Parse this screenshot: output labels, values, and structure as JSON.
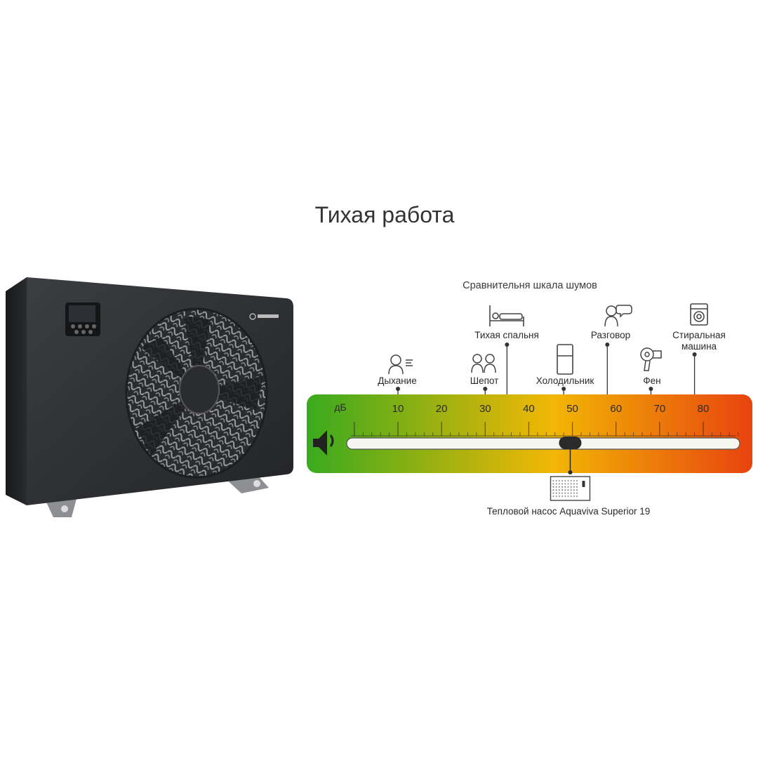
{
  "title": "Тихая работа",
  "scale": {
    "caption": "Сравнительня шкала шумов",
    "unit": "дБ",
    "ticks": [
      "10",
      "20",
      "30",
      "40",
      "50",
      "60",
      "70",
      "80"
    ],
    "range_db": [
      0,
      88
    ],
    "gradient": [
      "#3aaa1e",
      "#f2b705",
      "#e8430e"
    ],
    "marker_db": 49.5
  },
  "references": [
    {
      "label": "Дыхание",
      "db": 10,
      "icon": "breathing-person-icon"
    },
    {
      "label": "Шепот",
      "db": 30,
      "icon": "whispering-people-icon"
    },
    {
      "label": "Тихая спальня",
      "db": 35,
      "icon": "bed-icon"
    },
    {
      "label": "Холодильник",
      "db": 48,
      "icon": "fridge-icon"
    },
    {
      "label": "Разговор",
      "db": 58,
      "icon": "talking-person-icon"
    },
    {
      "label": "Фен",
      "db": 68,
      "icon": "hairdryer-icon"
    },
    {
      "label": "Стиральная машина",
      "db": 78,
      "icon": "washing-machine-icon"
    }
  ],
  "product": {
    "label": "Тепловой насос Aquaviva Superior 19",
    "db": 49.5,
    "icon": "heat-pump-icon"
  },
  "volume_icon": "speaker-icon"
}
